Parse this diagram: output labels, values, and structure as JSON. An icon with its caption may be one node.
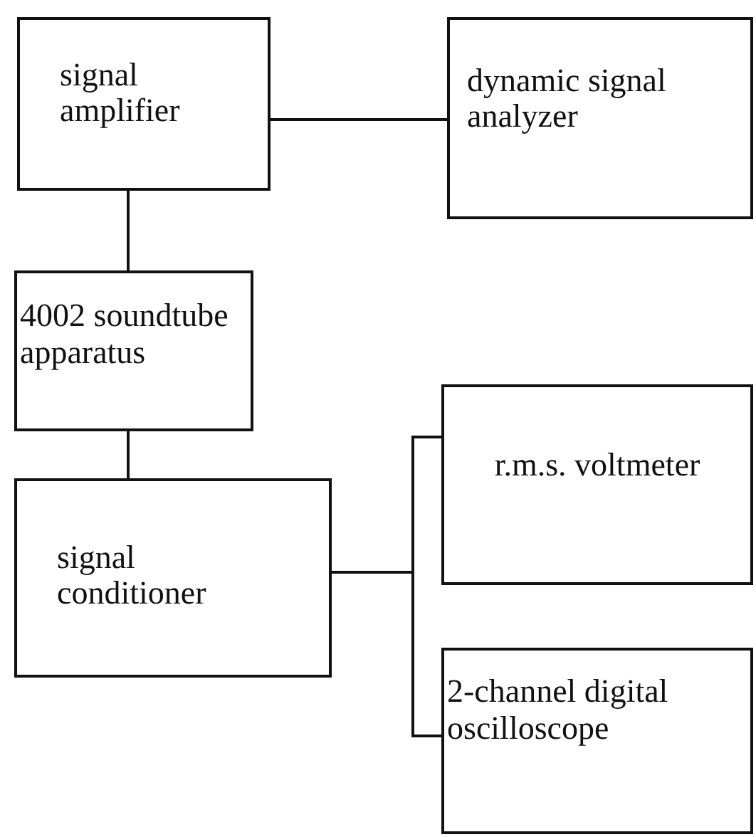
{
  "diagram": {
    "nodes": [
      {
        "text": [
          "signal amplifier"
        ]
      },
      {
        "text": [
          "dynamic signal analyzer"
        ]
      },
      {
        "text": [
          "4002 soundtube apparatus"
        ]
      },
      {
        "text": [
          "signal conditioner"
        ]
      },
      {
        "text": [
          "r.m.s. voltmeter"
        ]
      },
      {
        "text": [
          "2-channel digital oscilloscope"
        ]
      }
    ],
    "edges": [
      {
        "from": 0,
        "to": 1,
        "arrow": "none"
      },
      {
        "from": 0,
        "to": 2,
        "arrow": "none"
      },
      {
        "from": 2,
        "to": 3,
        "arrow": "none"
      },
      {
        "from": 3,
        "to": 4,
        "arrow": "none"
      },
      {
        "from": 3,
        "to": 5,
        "arrow": "none"
      }
    ]
  }
}
